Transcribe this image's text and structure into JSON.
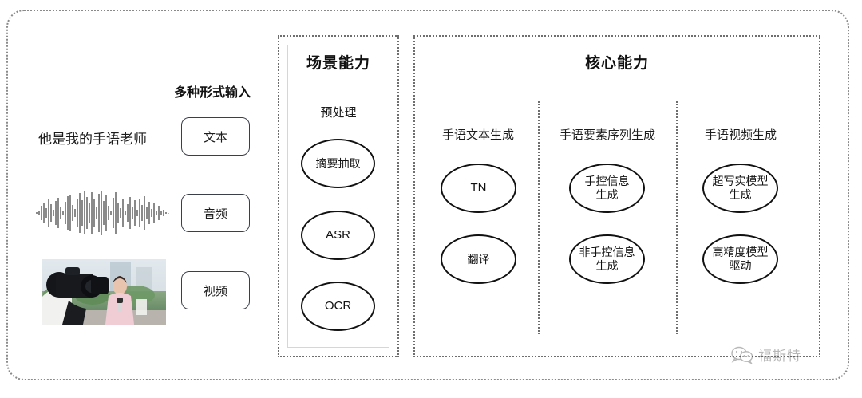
{
  "diagram": {
    "title_hidden": "",
    "input_section": {
      "heading": "多种形式输入",
      "sample_text": "他是我的手语老师",
      "chips": [
        {
          "label": "文本",
          "name": "text"
        },
        {
          "label": "音频",
          "name": "audio"
        },
        {
          "label": "视频",
          "name": "video"
        }
      ],
      "media": {
        "waveform_alt": "audio-waveform",
        "video_alt": "camera-operator-filming-reporter"
      }
    },
    "scene_section": {
      "title": "场景能力",
      "groups": [
        {
          "label": "预处理",
          "nodes": [
            {
              "label": "摘要抽取",
              "script": "cjk"
            },
            {
              "label": "ASR",
              "script": "latin"
            },
            {
              "label": "OCR",
              "script": "latin"
            }
          ]
        }
      ]
    },
    "core_section": {
      "title": "核心能力",
      "groups": [
        {
          "label": "手语文本生成",
          "nodes": [
            {
              "label": "TN",
              "script": "latin"
            },
            {
              "label": "翻译",
              "script": "cjk"
            }
          ]
        },
        {
          "label": "手语要素序列生成",
          "nodes": [
            {
              "label": "手控信息\n生成",
              "script": "cjk"
            },
            {
              "label": "非手控信息\n生成",
              "script": "cjk"
            }
          ]
        },
        {
          "label": "手语视频生成",
          "nodes": [
            {
              "label": "超写实模型\n生成",
              "script": "cjk"
            },
            {
              "label": "高精度模型\n驱动",
              "script": "cjk"
            }
          ]
        }
      ]
    },
    "watermark": {
      "brand": "福斯特",
      "icon": "wechat-icon"
    },
    "colors": {
      "border_dotted": "#6e6e6e",
      "border_solid": "#d6d6d6",
      "node_stroke": "#111111",
      "chip_stroke": "#3a3f4a",
      "text": "#1c1c1c",
      "background": "#ffffff"
    }
  }
}
